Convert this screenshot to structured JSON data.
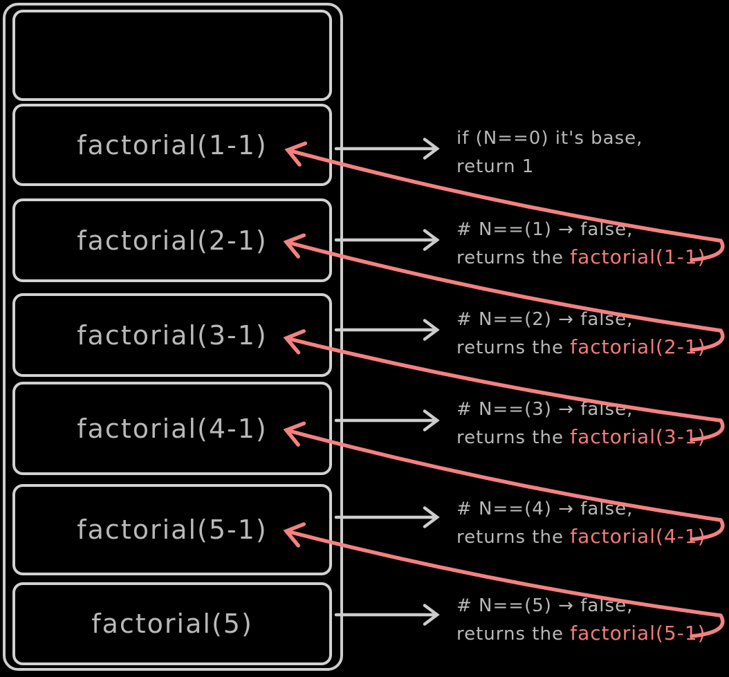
{
  "diagram": {
    "subject": "factorial recursion call stack",
    "colors": {
      "background": "#000000",
      "stroke_gray": "#cdcdcd",
      "box_stroke": "#d2d2d2",
      "label_gray": "#c9c9c9",
      "annotation_gray": "#b9b9b9",
      "accent_salmon": "#f48181",
      "pink_text": "#f47b7b"
    }
  },
  "stack": {
    "frames": [
      {
        "label": ""
      },
      {
        "label": "factorial(1-1)"
      },
      {
        "label": "factorial(2-1)"
      },
      {
        "label": "factorial(3-1)"
      },
      {
        "label": "factorial(4-1)"
      },
      {
        "label": "factorial(5-1)"
      },
      {
        "label": "factorial(5)"
      }
    ]
  },
  "annotations": [
    {
      "line1": "if (N==0) it's base,",
      "line2_gray": "return 1",
      "line2_pink": ""
    },
    {
      "line1": "# N==(1) → false,",
      "line2_gray": "returns the ",
      "line2_pink": "factorial(1-1)"
    },
    {
      "line1": "# N==(2) → false,",
      "line2_gray": "returns the ",
      "line2_pink": "factorial(2-1)"
    },
    {
      "line1": "# N==(3) → false,",
      "line2_gray": "returns the ",
      "line2_pink": "factorial(3-1)"
    },
    {
      "line1": "# N==(4) → false,",
      "line2_gray": "returns the ",
      "line2_pink": "factorial(4-1)"
    },
    {
      "line1": "# N==(5) → false,",
      "line2_gray": "returns the ",
      "line2_pink": "factorial(5-1)"
    }
  ]
}
